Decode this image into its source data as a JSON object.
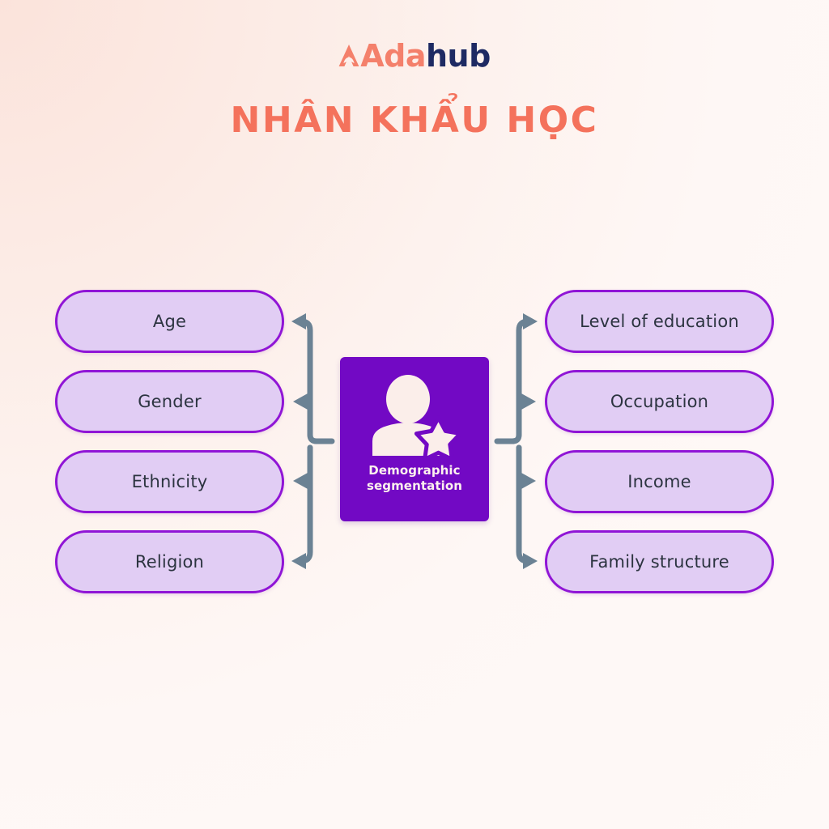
{
  "brand": {
    "logo_text_primary": "Ada",
    "logo_text_secondary": "hub",
    "logo_primary_color": "#f4806b",
    "logo_secondary_color": "#1e2a63",
    "logo_icon": "triangle-a-mark-icon"
  },
  "header": {
    "title": "NHÂN KHẨU HỌC",
    "title_color": "#f4725c"
  },
  "center": {
    "caption_line1": "Demographic",
    "caption_line2": "segmentation",
    "icon": "person-with-star-icon",
    "card_color": "#7209c4",
    "caption_color": "#fdf1ee"
  },
  "diagram": {
    "connector_color": "#6b8294",
    "pill_fill": "#e1cdf4",
    "pill_border": "#9015d6",
    "pill_text_color": "#2c3440",
    "left_branch": [
      {
        "label": "Age"
      },
      {
        "label": "Gender"
      },
      {
        "label": "Ethnicity"
      },
      {
        "label": "Religion"
      }
    ],
    "right_branch": [
      {
        "label": "Level of education"
      },
      {
        "label": "Occupation"
      },
      {
        "label": "Income"
      },
      {
        "label": "Family structure"
      }
    ]
  },
  "background": {
    "corner_top_left": "#fce7e0",
    "corner_bottom_right": "#fef8f6"
  }
}
